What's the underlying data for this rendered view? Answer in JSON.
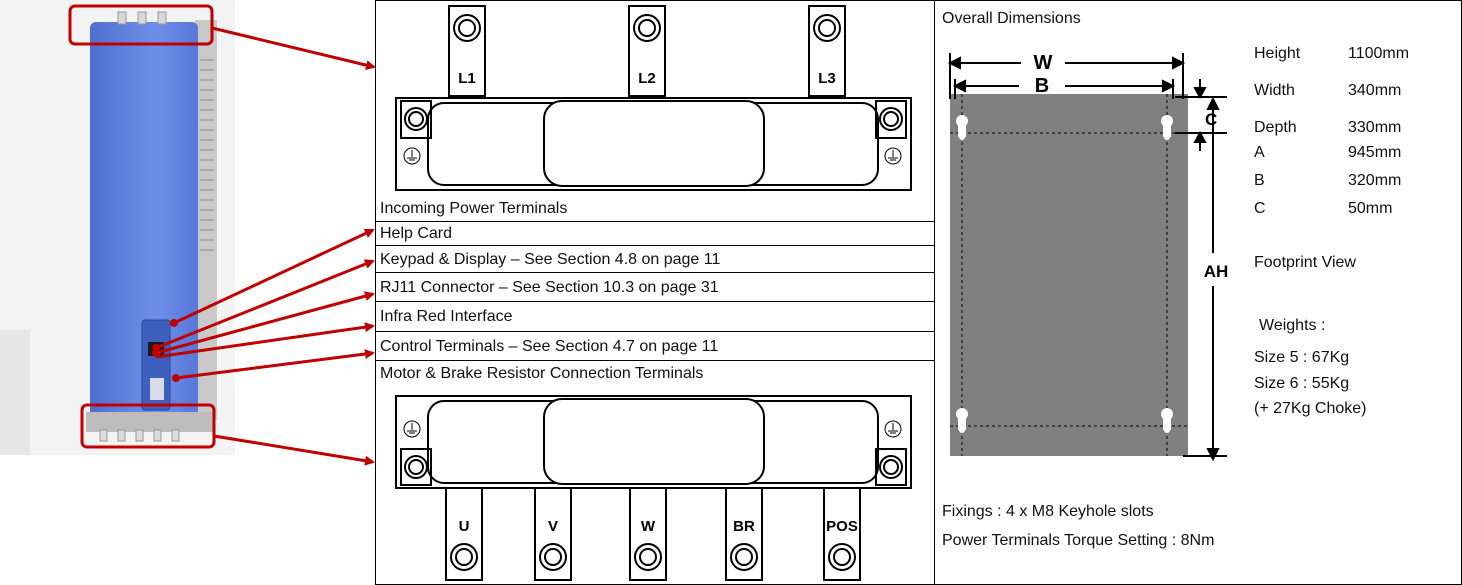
{
  "terminals": {
    "incoming": [
      "L1",
      "L2",
      "L3"
    ],
    "output": [
      "U",
      "V",
      "W",
      "BR",
      "POS"
    ]
  },
  "labels": {
    "incoming_power": "Incoming Power Terminals",
    "help_card": "Help Card",
    "keypad": "Keypad & Display – See Section 4.8 on page 11",
    "rj11": "RJ11 Connector – See Section 10.3 on page 31",
    "infrared": "Infra Red Interface",
    "control": "Control Terminals – See Section 4.7 on page 11",
    "motor": "Motor & Brake Resistor Connection Terminals"
  },
  "dimensions": {
    "title": "Overall Dimensions",
    "diagram_letters": {
      "w": "W",
      "b": "B",
      "c": "C",
      "ah": "AH"
    },
    "specs": [
      {
        "name": "Height",
        "value": "1100mm"
      },
      {
        "name": "Width",
        "value": "340mm"
      },
      {
        "name": "Depth",
        "value": "330mm"
      },
      {
        "name": "A",
        "value": "945mm"
      },
      {
        "name": "B",
        "value": "320mm"
      },
      {
        "name": "C",
        "value": "50mm"
      }
    ],
    "footprint_view": "Footprint View",
    "weights_title": "Weights :",
    "weights": [
      "Size 5 : 67Kg",
      "Size 6 : 55Kg",
      "(+ 27Kg Choke)"
    ],
    "fixings": "Fixings : 4 x M8 Keyhole slots",
    "torque": "Power Terminals Torque Setting : 8Nm"
  },
  "colors": {
    "drive_body": "#5a7bd6",
    "callout": "#c00000",
    "footprint": "#808080"
  }
}
